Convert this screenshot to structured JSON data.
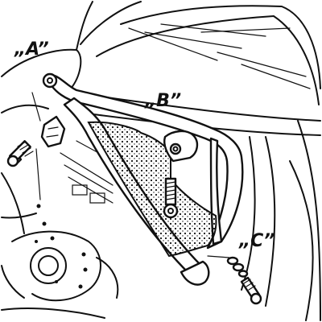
{
  "labels": {
    "a": "„A”",
    "b": "„B”",
    "c": "„C”"
  },
  "colors": {
    "ink": "#111111",
    "paper": "#ffffff"
  }
}
